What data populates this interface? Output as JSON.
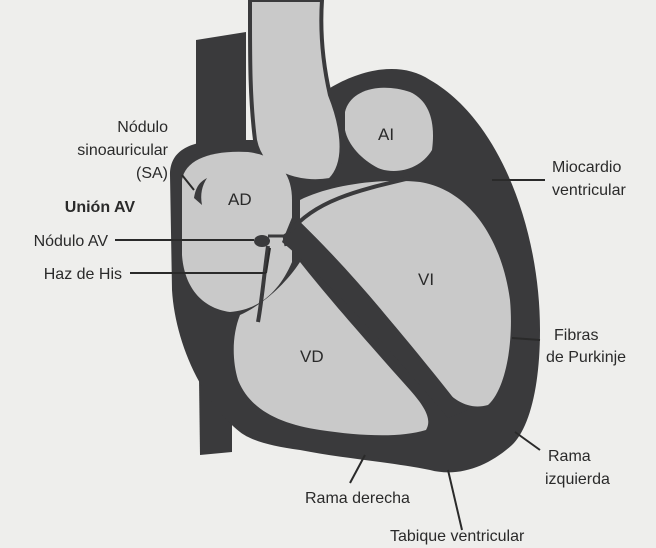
{
  "labels": {
    "sa_line1": "Nódulo",
    "sa_line2": "sinoauricular",
    "sa_line3": "(SA)",
    "union_av": "Unión AV",
    "nodulo_av": "Nódulo AV",
    "haz_his": "Haz de His",
    "miocardio_line1": "Miocardio",
    "miocardio_line2": "ventricular",
    "fibras_line1": "Fibras",
    "fibras_line2": "de Purkinje",
    "rama_izq_line1": "Rama",
    "rama_izq_line2": "izquierda",
    "rama_derecha": "Rama derecha",
    "tabique": "Tabique ventricular"
  },
  "chambers": {
    "ai": "AI",
    "ad": "AD",
    "vi": "VI",
    "vd": "VD"
  },
  "colors": {
    "background": "#eeeeec",
    "muscle": "#3a3a3c",
    "chamber_fill": "#c9c9c9",
    "text": "#2a2a2a"
  }
}
